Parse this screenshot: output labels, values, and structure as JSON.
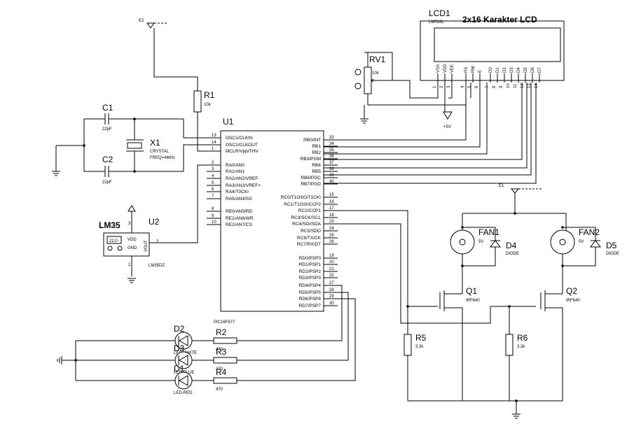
{
  "lcd": {
    "ref": "LCD1",
    "model": "LM016L",
    "title": "2x16 Karakter LCD",
    "pins": [
      "VSS",
      "VDD",
      "VEE",
      "RS",
      "RW",
      "E",
      "D0",
      "D1",
      "D2",
      "D3",
      "D4",
      "D5",
      "D6",
      "D7"
    ],
    "pin_numbers": [
      "1",
      "2",
      "3",
      "4",
      "5",
      "6",
      "7",
      "8",
      "9",
      "10",
      "11",
      "12",
      "13",
      "14"
    ]
  },
  "rv1": {
    "ref": "RV1",
    "value": "10k"
  },
  "supply_5v": "+5V",
  "e1": "E1",
  "e2": "E2",
  "r1": {
    "ref": "R1",
    "value": "10k"
  },
  "c1": {
    "ref": "C1",
    "value": "22pF"
  },
  "c2": {
    "ref": "C2",
    "value": "22pF"
  },
  "x1": {
    "ref": "X1",
    "type": "CRYSTAL",
    "freq": "FREQ=4MHz"
  },
  "u1": {
    "ref": "U1",
    "part": "PIC16F877",
    "left_pins": [
      {
        "num": "13",
        "name": "OSC1/CLKIN"
      },
      {
        "num": "14",
        "name": "OSC2/CLKOUT"
      },
      {
        "num": "1",
        "name": "MCLR/Vpp/THV"
      },
      {
        "num": "2",
        "name": "RA0/AN0"
      },
      {
        "num": "3",
        "name": "RA1/AN1"
      },
      {
        "num": "4",
        "name": "RA2/AN2/VREF-"
      },
      {
        "num": "5",
        "name": "RA3/AN3/VREF+"
      },
      {
        "num": "6",
        "name": "RA4/T0CKI"
      },
      {
        "num": "7",
        "name": "RA5/AN4/SS"
      },
      {
        "num": "8",
        "name": "RE0/AN5/RD"
      },
      {
        "num": "9",
        "name": "RE1/AN6/WR"
      },
      {
        "num": "10",
        "name": "RE2/AN7/CS"
      }
    ],
    "right_pins": [
      {
        "num": "33",
        "name": "RB0/INT"
      },
      {
        "num": "34",
        "name": "RB1"
      },
      {
        "num": "35",
        "name": "RB2"
      },
      {
        "num": "36",
        "name": "RB3/PGM"
      },
      {
        "num": "37",
        "name": "RB4"
      },
      {
        "num": "38",
        "name": "RB5"
      },
      {
        "num": "39",
        "name": "RB6/PGC"
      },
      {
        "num": "40",
        "name": "RB7/PGD"
      },
      {
        "num": "15",
        "name": "RC0/T1OSO/T1CKI"
      },
      {
        "num": "16",
        "name": "RC1/T1OSI/CCP2"
      },
      {
        "num": "17",
        "name": "RC2/CCP1"
      },
      {
        "num": "18",
        "name": "RC3/SCK/SCL"
      },
      {
        "num": "23",
        "name": "RC4/SDI/SDA"
      },
      {
        "num": "24",
        "name": "RC5/SDO"
      },
      {
        "num": "25",
        "name": "RC6/TX/CK"
      },
      {
        "num": "26",
        "name": "RC7/RX/DT"
      },
      {
        "num": "19",
        "name": "RD0/PSP0"
      },
      {
        "num": "20",
        "name": "RD1/PSP1"
      },
      {
        "num": "21",
        "name": "RD2/PSP2"
      },
      {
        "num": "22",
        "name": "RD3/PSP3"
      },
      {
        "num": "27",
        "name": "RD4/PSP4"
      },
      {
        "num": "28",
        "name": "RD5/PSP5"
      },
      {
        "num": "29",
        "name": "RD6/PSP6"
      },
      {
        "num": "30",
        "name": "RD7/PSP7"
      }
    ]
  },
  "u2": {
    "ref": "U2",
    "label": "LM35",
    "part": "LM35DZ",
    "reading": "22.0",
    "vdd": "VDD",
    "gnd": "GND",
    "vout": "VOUT",
    "pin_vdd": "3",
    "pin_vout": "2",
    "pin_gnd": "1"
  },
  "fan1": {
    "ref": "FAN1",
    "voltage": "5V"
  },
  "fan2": {
    "ref": "FAN2",
    "voltage": "5V"
  },
  "d4": {
    "ref": "D4",
    "type": "DIODE"
  },
  "d5": {
    "ref": "D5",
    "type": "DIODE"
  },
  "q1": {
    "ref": "Q1",
    "part": "IRF640"
  },
  "q2": {
    "ref": "Q2",
    "part": "IRF640"
  },
  "r5": {
    "ref": "R5",
    "value": "3.3k"
  },
  "r6": {
    "ref": "R6",
    "value": "3.3k"
  },
  "leds": [
    {
      "ref": "D2",
      "type": "LED-WHITE"
    },
    {
      "ref": "D3",
      "type": "LED-BLUE"
    },
    {
      "ref": "D1",
      "type": "LED-RED"
    }
  ],
  "led_resistors": [
    {
      "ref": "R2",
      "value": "470"
    },
    {
      "ref": "R3",
      "value": "470"
    },
    {
      "ref": "R4",
      "value": "470"
    }
  ]
}
